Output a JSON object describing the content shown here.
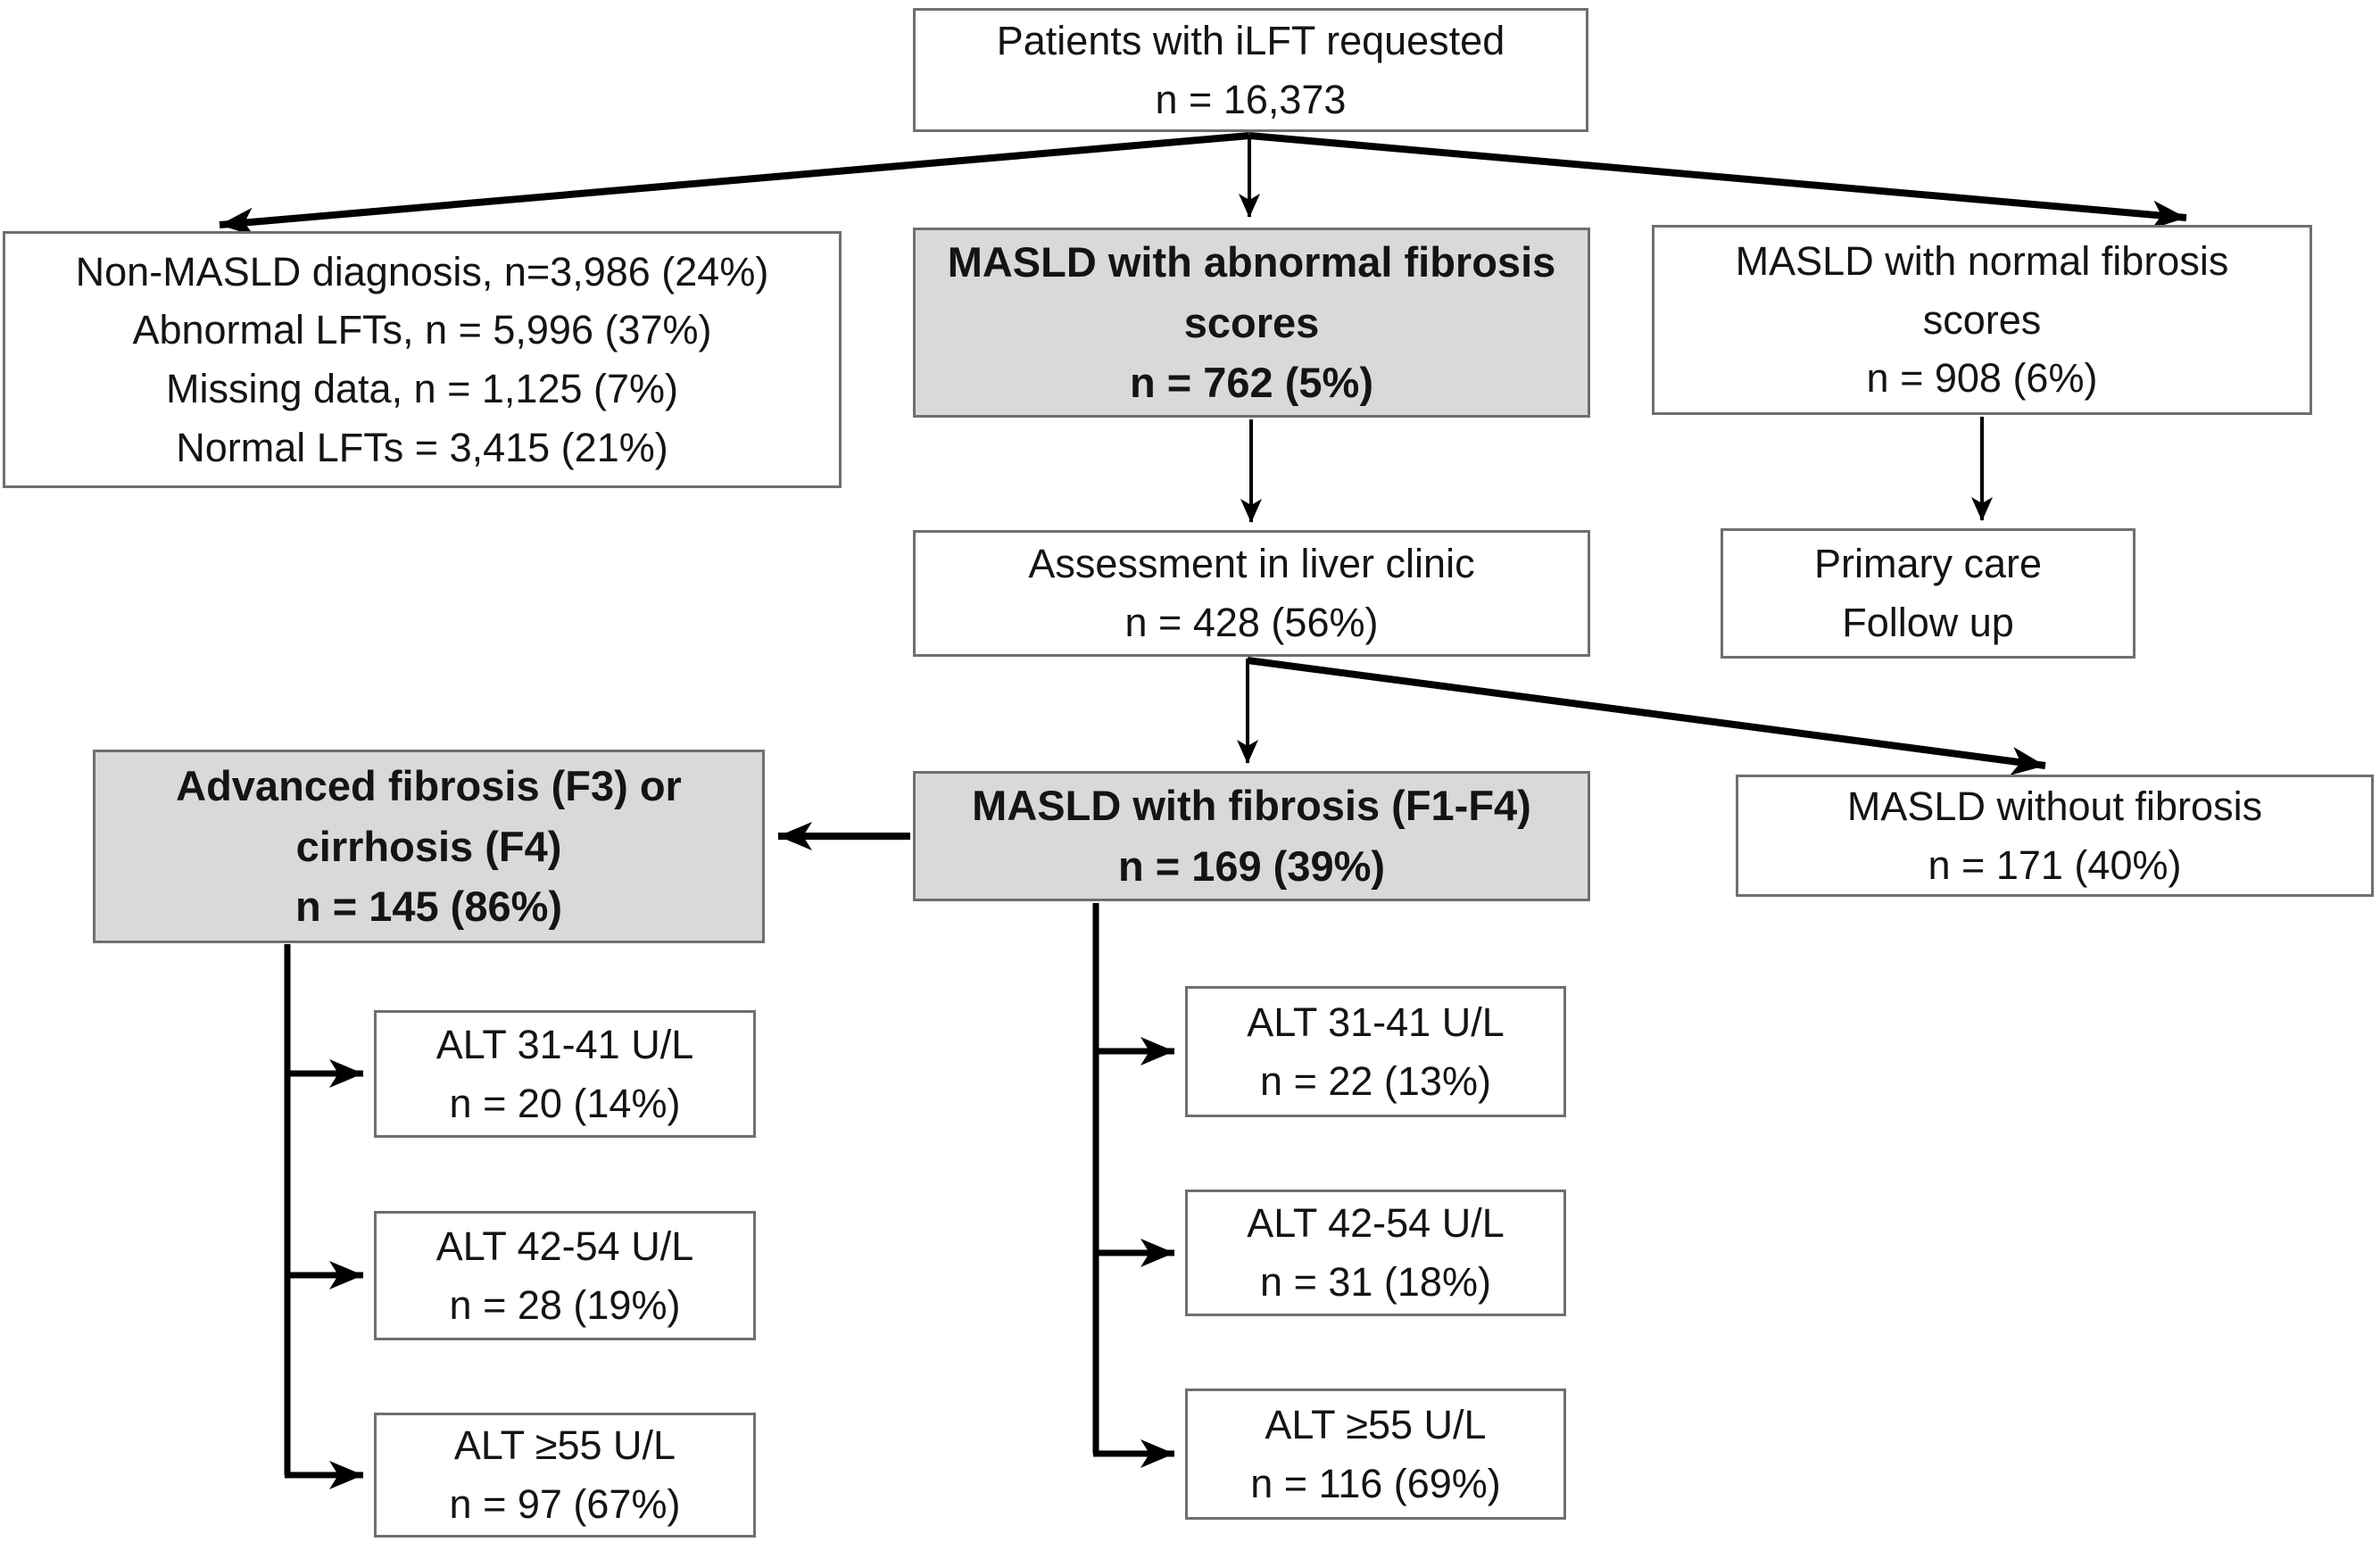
{
  "colors": {
    "page_bg": "#ffffff",
    "box_fill": "#ffffff",
    "highlight_fill": "#d9d9d9",
    "box_border": "#6f6f6f",
    "text": "#141414",
    "arrow": "#000000"
  },
  "nodes": {
    "ilft_requested": {
      "lines": [
        "Patients with iLFT requested",
        "n = 16,373"
      ]
    },
    "exclusions": {
      "lines": [
        "Non-MASLD diagnosis, n=3,986 (24%)",
        "Abnormal LFTs, n = 5,996 (37%)",
        "Missing data, n = 1,125 (7%)",
        "Normal LFTs = 3,415 (21%)"
      ]
    },
    "masld_abnormal_fibrosis": {
      "lines": [
        "MASLD with abnormal fibrosis",
        "scores",
        "n = 762 (5%)"
      ]
    },
    "masld_normal_fibrosis": {
      "lines": [
        "MASLD with normal fibrosis",
        "scores",
        "n = 908 (6%)"
      ]
    },
    "liver_clinic_assessment": {
      "lines": [
        "Assessment in liver clinic",
        "n = 428 (56%)"
      ]
    },
    "primary_care": {
      "lines": [
        "Primary care",
        "Follow up"
      ]
    },
    "advanced_fibrosis": {
      "lines": [
        "Advanced fibrosis (F3) or",
        "cirrhosis (F4)",
        "n = 145 (86%)"
      ]
    },
    "masld_with_fibrosis": {
      "lines": [
        "MASLD with fibrosis (F1-F4)",
        "n = 169 (39%)"
      ]
    },
    "masld_without_fibrosis": {
      "lines": [
        "MASLD without fibrosis",
        "n = 171 (40%)"
      ]
    },
    "adv_alt_31_41": {
      "lines": [
        "ALT 31-41 U/L",
        "n = 20 (14%)"
      ]
    },
    "adv_alt_42_54": {
      "lines": [
        "ALT 42-54 U/L",
        "n = 28 (19%)"
      ]
    },
    "adv_alt_55": {
      "lines": [
        "ALT ≥55 U/L",
        "n = 97 (67%)"
      ]
    },
    "fib_alt_31_41": {
      "lines": [
        "ALT 31-41 U/L",
        "n = 22 (13%)"
      ]
    },
    "fib_alt_42_54": {
      "lines": [
        "ALT 42-54 U/L",
        "n = 31 (18%)"
      ]
    },
    "fib_alt_55": {
      "lines": [
        "ALT ≥55 U/L",
        "n = 116 (69%)"
      ]
    }
  }
}
